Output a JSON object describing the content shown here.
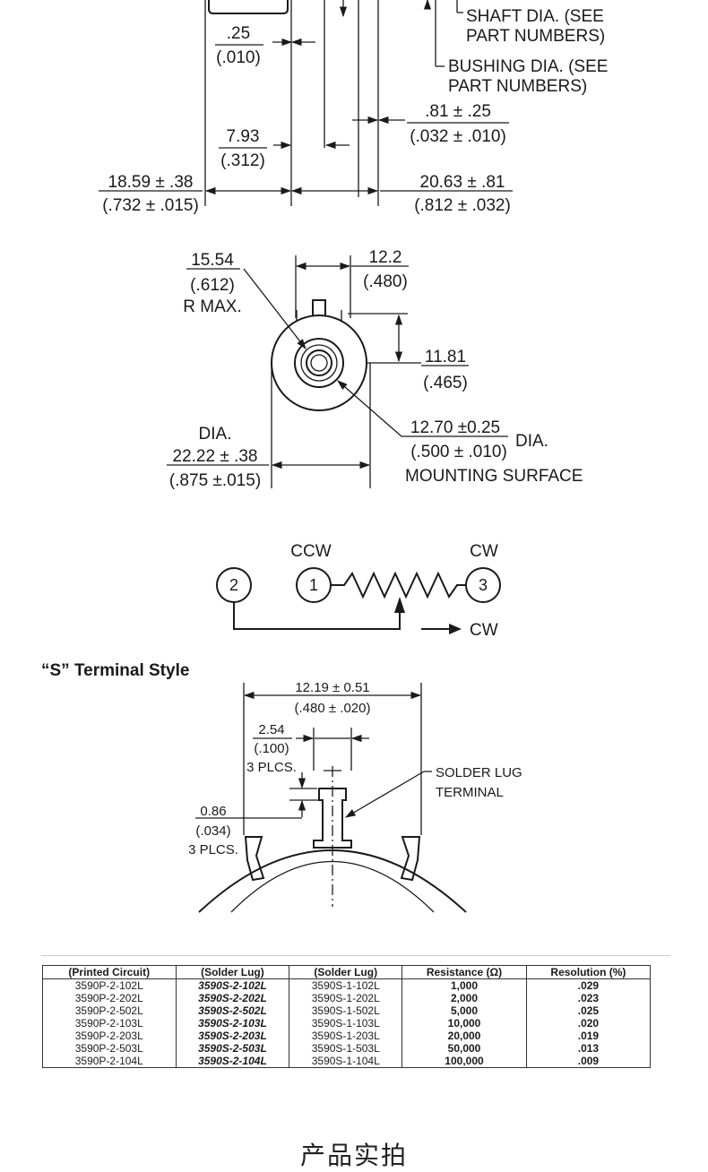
{
  "side_view": {
    "shaft_note": [
      "SHAFT DIA. (SEE",
      "PART NUMBERS)"
    ],
    "bushing_note": [
      "BUSHING DIA. (SEE",
      "PART NUMBERS)"
    ],
    "dim_025": ".25",
    "dim_025_in": "(.010)",
    "dim_081": ".81 ± .25",
    "dim_081_in": "(.032 ± .010)",
    "dim_793": "7.93",
    "dim_793_in": "(.312)",
    "dim_1859": "18.59 ± .38",
    "dim_1859_in": "(.732 ± .015)",
    "dim_2063": "20.63 ± .81",
    "dim_2063_in": "(.812 ± .032)"
  },
  "front_view": {
    "dim_1554": "15.54",
    "dim_1554_in": "(.612)",
    "r_max": "R MAX.",
    "dim_122": "12.2",
    "dim_122_in": "(.480)",
    "dim_1181": "11.81",
    "dim_1181_in": "(.465)",
    "dim_1270": "12.70 ±0.25",
    "dim_1270_in": "(.500 ± .010)",
    "dia_suffix": "DIA.",
    "mounting_surface": "MOUNTING SURFACE",
    "dia_label": "DIA.",
    "dim_2222": "22.22 ± .38",
    "dim_2222_in": "(.875 ±.015)"
  },
  "schematic": {
    "ccw": "CCW",
    "cw_top": "CW",
    "cw_arrow": "CW",
    "terminals": [
      "2",
      "1",
      "3"
    ]
  },
  "s_terminal": {
    "heading": "“S” Terminal Style",
    "dim_1219": "12.19 ± 0.51",
    "dim_1219_in": "(.480 ± .020)",
    "dim_254": "2.54",
    "dim_254_in": "(.100)",
    "plcs_1": "3 PLCS.",
    "dim_086": "0.86",
    "dim_086_in": "(.034)",
    "plcs_2": "3 PLCS.",
    "solder_lug": [
      "SOLDER LUG",
      "TERMINAL"
    ]
  },
  "table": {
    "headers": [
      "(Printed Circuit)",
      "(Solder Lug)",
      "(Solder Lug)",
      "Resistance (Ω)",
      "Resolution (%)"
    ],
    "rows": [
      [
        "3590P-2-102L",
        "3590S-2-102L",
        "3590S-1-102L",
        "1,000",
        ".029"
      ],
      [
        "3590P-2-202L",
        "3590S-2-202L",
        "3590S-1-202L",
        "2,000",
        ".023"
      ],
      [
        "3590P-2-502L",
        "3590S-2-502L",
        "3590S-1-502L",
        "5,000",
        ".025"
      ],
      [
        "3590P-2-103L",
        "3590S-2-103L",
        "3590S-1-103L",
        "10,000",
        ".020"
      ],
      [
        "3590P-2-203L",
        "3590S-2-203L",
        "3590S-1-203L",
        "20,000",
        ".019"
      ],
      [
        "3590P-2-503L",
        "3590S-2-503L",
        "3590S-1-503L",
        "50,000",
        ".013"
      ],
      [
        "3590P-2-104L",
        "3590S-2-104L",
        "3590S-1-104L",
        "100,000",
        ".009"
      ]
    ]
  },
  "footer": {
    "title": "产品实拍"
  }
}
